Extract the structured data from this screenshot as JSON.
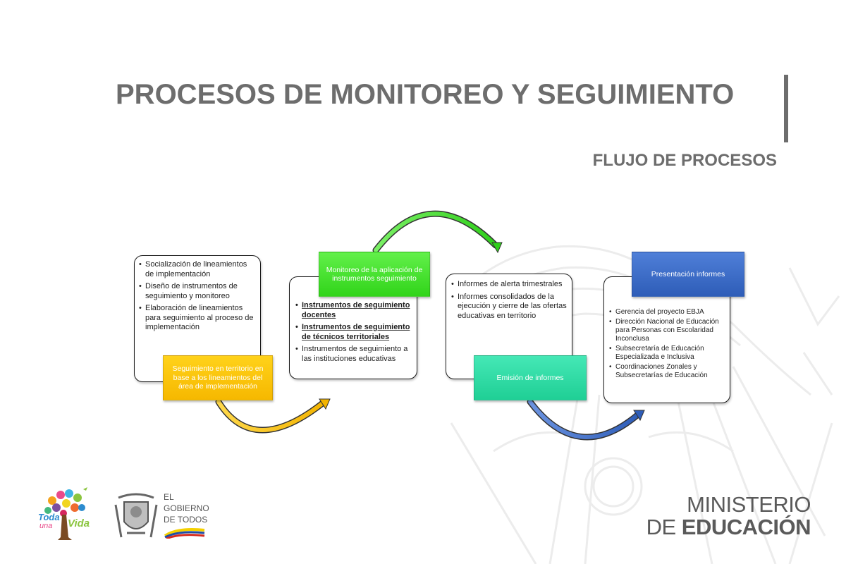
{
  "header": {
    "title": "PROCESOS DE MONITOREO Y SEGUIMIENTO",
    "subtitle": "FLUJO DE PROCESOS"
  },
  "steps": [
    {
      "label": "Seguimiento en territorio en base a los lineamientos del área de implementación",
      "color": "#f6b800",
      "items": [
        {
          "text": "Socialización de lineamientos de implementación",
          "bold": false
        },
        {
          "text": " Diseño de instrumentos de seguimiento y monitoreo",
          "bold": false
        },
        {
          "text": "Elaboración de lineamientos para seguimiento al proceso de implementación",
          "bold": false
        }
      ]
    },
    {
      "label": "Monitoreo de la aplicación de instrumentos seguimiento",
      "color": "#31d41a",
      "items": [
        {
          "text": " Instrumentos de seguimiento docentes",
          "bold": true
        },
        {
          "text": "Instrumentos de seguimiento de técnicos territoriales",
          "bold": true
        },
        {
          "text": "Instrumentos de seguimiento a las instituciones educativas",
          "bold": false
        }
      ]
    },
    {
      "label": "Emisión de informes",
      "color": "#1fcf95",
      "items": [
        {
          "text": "Informes de alerta trimestrales",
          "bold": false
        },
        {
          "text": "Informes consolidados de la ejecución y cierre de las ofertas educativas en territorio",
          "bold": false
        }
      ]
    },
    {
      "label": "Presentación informes",
      "color": "#2e5db8",
      "items": [
        {
          "text": "Gerencia del proyecto EBJA",
          "bold": false
        },
        {
          "text": "Dirección Nacional de Educación para Personas con Escolaridad Inconclusa",
          "bold": false
        },
        {
          "text": "Subsecretaría de Educación Especializada e Inclusiva",
          "bold": false
        },
        {
          "text": "Coordinaciones Zonales y Subsecretarías de Educación",
          "bold": false
        }
      ]
    }
  ],
  "footer": {
    "toda_logo": {
      "line1": "Toda",
      "line2": "una",
      "line3": "Vida"
    },
    "gobierno": {
      "line1": "EL",
      "line2": "GOBIERNO",
      "line3": "DE TODOS"
    },
    "ministerio": {
      "line1": "MINISTERIO",
      "line2_prefix": "DE ",
      "line2_bold": "EDUCACIÓN"
    }
  },
  "colors": {
    "title": "#6d6d6d",
    "yellow": "#f6b800",
    "green": "#31d41a",
    "teal": "#1fcf95",
    "blue": "#2e5db8"
  }
}
